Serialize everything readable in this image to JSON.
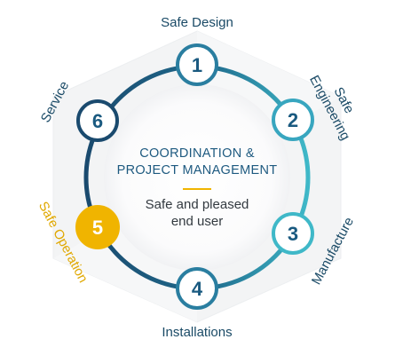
{
  "diagram": {
    "center": {
      "title_line1": "COORDINATION &",
      "title_line2": "PROJECT MANAGEMENT",
      "subtitle_line1": "Safe and pleased",
      "subtitle_line2": "end user"
    },
    "steps": [
      {
        "number": "1",
        "label_line1": "Safe Design",
        "label_line2": "",
        "highlighted": false
      },
      {
        "number": "2",
        "label_line1": "Safe",
        "label_line2": "Engineering",
        "highlighted": false
      },
      {
        "number": "3",
        "label_line1": "Manufacture",
        "label_line2": "",
        "highlighted": false
      },
      {
        "number": "4",
        "label_line1": "Installations",
        "label_line2": "",
        "highlighted": false
      },
      {
        "number": "5",
        "label_line1": "Safe Operation",
        "label_line2": "",
        "highlighted": true
      },
      {
        "number": "6",
        "label_line1": "Service",
        "label_line2": "",
        "highlighted": false
      }
    ],
    "colors": {
      "ring_dark": "#1a4a6e",
      "ring_light": "#3fb8c8",
      "node_text": "#1a5a80",
      "highlight": "#f0b400",
      "highlight_label": "#e0a800",
      "label": "#1a4a66",
      "accent_line": "#f0b400",
      "hexagon": "#f3f4f5"
    }
  }
}
